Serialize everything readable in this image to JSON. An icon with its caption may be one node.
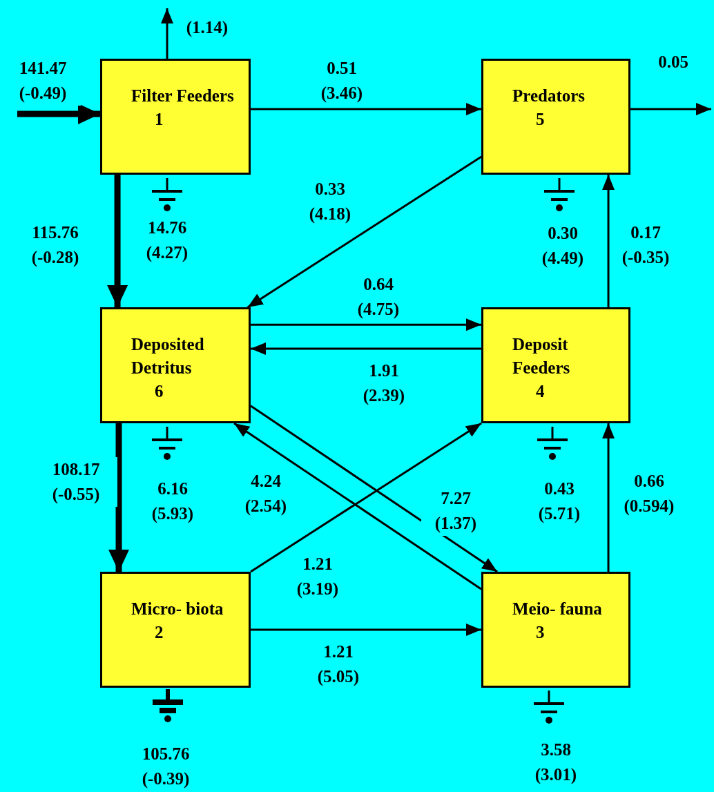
{
  "diagram": {
    "nodes": [
      {
        "text": [
          "Filter Feeders",
          "1"
        ],
        "beside": [
          "14.76 (4.27)"
        ]
      },
      {
        "text": [
          "Predators",
          "5"
        ],
        "beside": [
          "0.30 (4.49)"
        ]
      },
      {
        "text": [
          "Deposited Detritus",
          "6"
        ],
        "beside": [
          "6.16 (5.93)"
        ]
      },
      {
        "text": [
          "Deposit Feeders",
          "4"
        ],
        "beside": [
          "0.43 (5.71)"
        ]
      },
      {
        "text": [
          "Micro- biota",
          "2"
        ],
        "beside": [
          "105.76 (-0.39)"
        ]
      },
      {
        "text": [
          "Meio- fauna",
          "3"
        ],
        "beside": [
          "3.58 (3.01)"
        ]
      }
    ],
    "edges": [
      {
        "from": null,
        "to": 0,
        "arrow": "to",
        "label": "141.47 (-0.49)",
        "style": "thick"
      },
      {
        "from": 0,
        "to": null,
        "arrow": "to",
        "label": "(1.14)"
      },
      {
        "from": 0,
        "to": 1,
        "arrow": "to",
        "label": "0.51 (3.46)"
      },
      {
        "from": 1,
        "to": null,
        "arrow": "to",
        "label": "0.05"
      },
      {
        "from": 0,
        "to": 2,
        "arrow": "to",
        "label": "115.76 (-0.28)",
        "style": "thick"
      },
      {
        "from": 1,
        "to": 2,
        "arrow": "to",
        "label": "0.33 (4.18)"
      },
      {
        "from": 2,
        "to": 3,
        "arrow": "to",
        "label": "0.64 (4.75)"
      },
      {
        "from": 3,
        "to": 2,
        "arrow": "to",
        "label": "1.91 (2.39)"
      },
      {
        "from": 3,
        "to": 1,
        "arrow": "to",
        "label": "0.17 (-0.35)"
      },
      {
        "from": 2,
        "to": 4,
        "arrow": "to",
        "label": "108.17 (-0.55)",
        "style": "thick"
      },
      {
        "from": 2,
        "to": 5,
        "arrow": "to",
        "label": "7.27 (1.37)"
      },
      {
        "from": 5,
        "to": 2,
        "arrow": "to",
        "label": "4.24 (2.54)"
      },
      {
        "from": 4,
        "to": 3,
        "arrow": "to",
        "label": "1.21 (3.19)"
      },
      {
        "from": 4,
        "to": 5,
        "arrow": "to",
        "label": "1.21 (5.05)"
      },
      {
        "from": 5,
        "to": 3,
        "arrow": "to",
        "label": "0.66 (0.594)"
      }
    ]
  }
}
